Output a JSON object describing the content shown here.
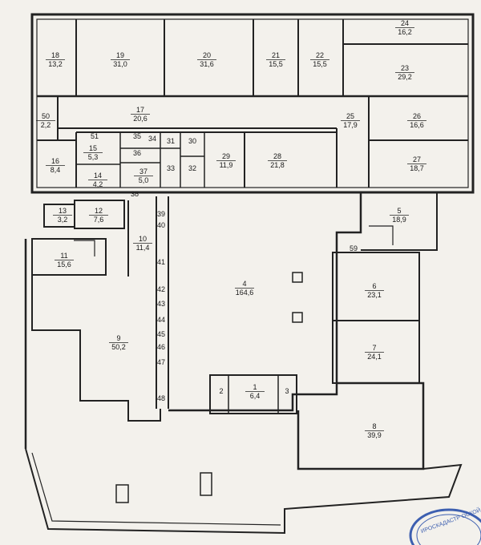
{
  "rooms": [
    {
      "id": "r18",
      "num": "18",
      "area": "13,2"
    },
    {
      "id": "r19",
      "num": "19",
      "area": "31,0"
    },
    {
      "id": "r20",
      "num": "20",
      "area": "31,6"
    },
    {
      "id": "r21",
      "num": "21",
      "area": "15,5"
    },
    {
      "id": "r22",
      "num": "22",
      "area": "15,5"
    },
    {
      "id": "r24",
      "num": "24",
      "area": "16,2"
    },
    {
      "id": "r23",
      "num": "23",
      "area": "29,2"
    },
    {
      "id": "r50",
      "num": "50",
      "area": "2,2"
    },
    {
      "id": "r17",
      "num": "17",
      "area": "20,6"
    },
    {
      "id": "r25",
      "num": "25",
      "area": "17,9"
    },
    {
      "id": "r26",
      "num": "26",
      "area": "16,6"
    },
    {
      "id": "r27",
      "num": "27",
      "area": "18,7"
    },
    {
      "id": "r16",
      "num": "16",
      "area": "8,4"
    },
    {
      "id": "r51",
      "num": "51",
      "area": ""
    },
    {
      "id": "r15",
      "num": "15",
      "area": "5,3"
    },
    {
      "id": "r14",
      "num": "14",
      "area": "4,2"
    },
    {
      "id": "r35",
      "num": "35",
      "area": ""
    },
    {
      "id": "r34",
      "num": "34",
      "area": ""
    },
    {
      "id": "r36",
      "num": "36",
      "area": ""
    },
    {
      "id": "r31",
      "num": "31",
      "area": ""
    },
    {
      "id": "r30",
      "num": "30",
      "area": ""
    },
    {
      "id": "r37",
      "num": "37",
      "area": "5,0"
    },
    {
      "id": "r33",
      "num": "33",
      "area": ""
    },
    {
      "id": "r32",
      "num": "32",
      "area": ""
    },
    {
      "id": "r29",
      "num": "29",
      "area": "11,9"
    },
    {
      "id": "r28",
      "num": "28",
      "area": "21,8"
    },
    {
      "id": "r38",
      "num": "38",
      "area": ""
    },
    {
      "id": "r13",
      "num": "13",
      "area": "3,2"
    },
    {
      "id": "r12",
      "num": "12",
      "area": "7,6"
    },
    {
      "id": "r39",
      "num": "39",
      "area": ""
    },
    {
      "id": "r40",
      "num": "40",
      "area": ""
    },
    {
      "id": "r10",
      "num": "10",
      "area": "11,4"
    },
    {
      "id": "r5",
      "num": "5",
      "area": "18,9"
    },
    {
      "id": "r11",
      "num": "11",
      "area": "15,6"
    },
    {
      "id": "r59",
      "num": "59",
      "area": ""
    },
    {
      "id": "r41",
      "num": "41",
      "area": ""
    },
    {
      "id": "r4",
      "num": "4",
      "area": "164,6"
    },
    {
      "id": "r6",
      "num": "6",
      "area": "23,1"
    },
    {
      "id": "r42",
      "num": "42",
      "area": ""
    },
    {
      "id": "r43",
      "num": "43",
      "area": ""
    },
    {
      "id": "r44",
      "num": "44",
      "area": ""
    },
    {
      "id": "r45",
      "num": "45",
      "area": ""
    },
    {
      "id": "r46",
      "num": "46",
      "area": ""
    },
    {
      "id": "r47",
      "num": "47",
      "area": ""
    },
    {
      "id": "r9",
      "num": "9",
      "area": "50,2"
    },
    {
      "id": "r7",
      "num": "7",
      "area": "24,1"
    },
    {
      "id": "r1",
      "num": "1",
      "area": "6,4"
    },
    {
      "id": "r2",
      "num": "2",
      "area": ""
    },
    {
      "id": "r3",
      "num": "3",
      "area": ""
    },
    {
      "id": "r48",
      "num": "48",
      "area": ""
    },
    {
      "id": "r8",
      "num": "8",
      "area": "39,9"
    }
  ],
  "stamp": {
    "text": "ИРОСКАДАСТР ОСКОЙ ОБЛ"
  },
  "colors": {
    "wall": "#222222",
    "paper": "#f3f1ec",
    "stamp": "#3d5fb0"
  }
}
